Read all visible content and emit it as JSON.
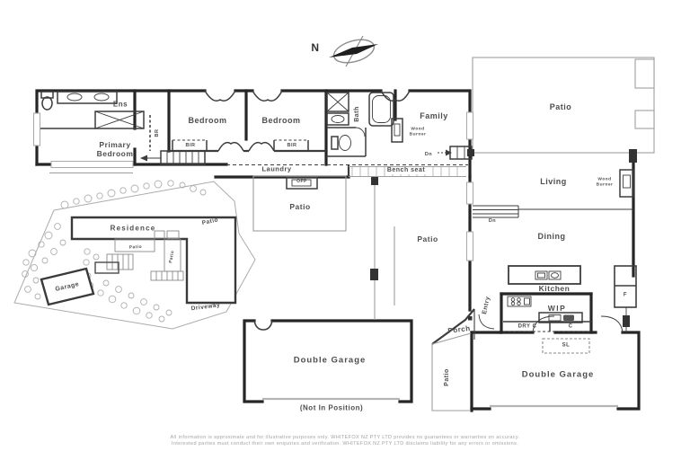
{
  "compass": {
    "north": "N"
  },
  "upper_floor": {
    "ens": "Ens",
    "primary_bedroom": "Primary Bedroom",
    "robe": "BR",
    "bedroom_left": "Bedroom",
    "bedroom_left_robe": "BIR",
    "bedroom_right": "Bedroom",
    "bedroom_right_robe": "BIR",
    "bath": "Bath",
    "family": "Family",
    "family_wood_burner": "Wood Burner",
    "family_dn": "Dn",
    "laundry": "Laundry",
    "ofp": "OFP",
    "bench_seat": "Bench seat",
    "patio_top": "Patio",
    "living": "Living",
    "living_wood_burner": "Wood Burner",
    "living_dn": "Dn",
    "dining": "Dining",
    "patio_mid": "Patio",
    "patio_court": "Patio",
    "kitchen": "Kitchen",
    "wip": "WIP",
    "dry_cupboard": "DRY C",
    "cupboard": "C",
    "skylight": "SL",
    "fridge": "F",
    "entry": "Entry",
    "porch": "Porch",
    "patio_side": "Patio",
    "double_garage": "Double Garage"
  },
  "detached_garage": {
    "label": "Double Garage",
    "note": "(Not In Position)"
  },
  "site_plan": {
    "residence": "Residence",
    "patio_upper": "Patio",
    "patio_deck": "Patio",
    "patio_terrace": "Patio",
    "garage": "Garage",
    "driveway": "Driveway"
  },
  "disclaimer": {
    "line1": "All information is approximate and for illustrative purposes only. WHITEFOX NZ PTY LTD provides no guarantees or warranties on accuracy.",
    "line2": "Interested parties must conduct their own enquiries and verification. WHITEFOX NZ PTY LTD disclaims liability for any errors or omissions."
  },
  "colors": {
    "wall": "#262626",
    "line": "#9e9e9e",
    "text": "#4d4d4d",
    "disclaimer": "#a3a3a3",
    "background": "#ffffff"
  }
}
